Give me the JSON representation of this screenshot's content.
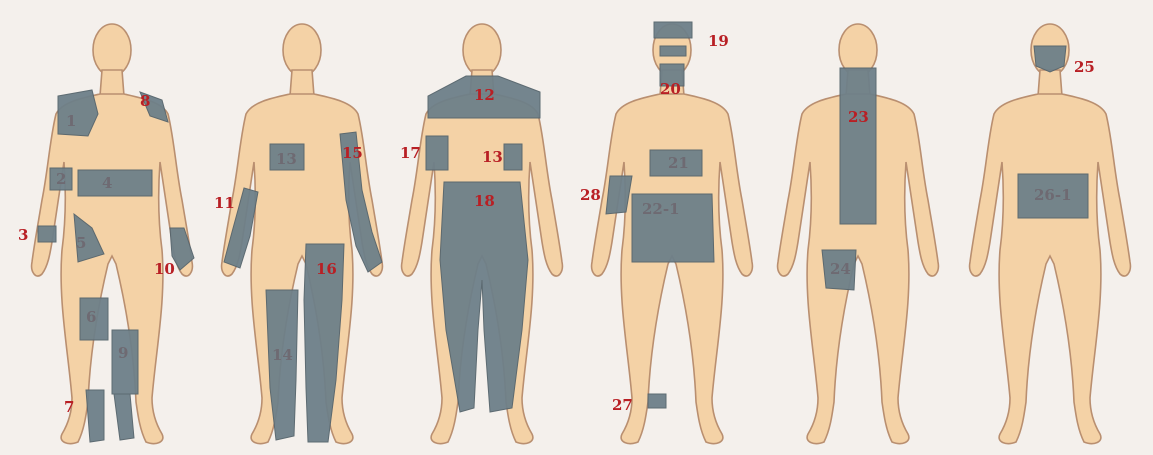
{
  "colors": {
    "background": "#f4f0ec",
    "skin": "#f4d2a6",
    "skin_outline": "#b98f70",
    "bandage": "#6e8089",
    "bandage_outline": "#55646c",
    "label_red": "#b81f24",
    "label_dark": "#6e6a72"
  },
  "figures": [
    {
      "view": "back",
      "labels": [
        {
          "id": "1",
          "text": "1"
        },
        {
          "id": "2",
          "text": "2"
        },
        {
          "id": "3",
          "text": "3"
        },
        {
          "id": "4",
          "text": "4"
        },
        {
          "id": "5",
          "text": "5"
        },
        {
          "id": "6",
          "text": "6"
        },
        {
          "id": "7",
          "text": "7"
        },
        {
          "id": "8",
          "text": "8"
        },
        {
          "id": "9",
          "text": "9"
        },
        {
          "id": "10",
          "text": "10"
        }
      ]
    },
    {
      "view": "front",
      "labels": [
        {
          "id": "11",
          "text": "11"
        },
        {
          "id": "13",
          "text": "13"
        },
        {
          "id": "14",
          "text": "14"
        },
        {
          "id": "15",
          "text": "15"
        },
        {
          "id": "16",
          "text": "16"
        }
      ]
    },
    {
      "view": "back",
      "labels": [
        {
          "id": "12",
          "text": "12"
        },
        {
          "id": "13b",
          "text": "13"
        },
        {
          "id": "17",
          "text": "17"
        },
        {
          "id": "18",
          "text": "18"
        }
      ]
    },
    {
      "view": "front",
      "labels": [
        {
          "id": "19",
          "text": "19"
        },
        {
          "id": "20",
          "text": "20"
        },
        {
          "id": "21",
          "text": "21"
        },
        {
          "id": "22",
          "text": "22-1"
        },
        {
          "id": "27",
          "text": "27"
        },
        {
          "id": "28",
          "text": "28"
        }
      ]
    },
    {
      "view": "back",
      "labels": [
        {
          "id": "23",
          "text": "23"
        },
        {
          "id": "24",
          "text": "24"
        }
      ]
    },
    {
      "view": "front",
      "labels": [
        {
          "id": "25",
          "text": "25"
        },
        {
          "id": "26",
          "text": "26-1"
        }
      ]
    }
  ]
}
